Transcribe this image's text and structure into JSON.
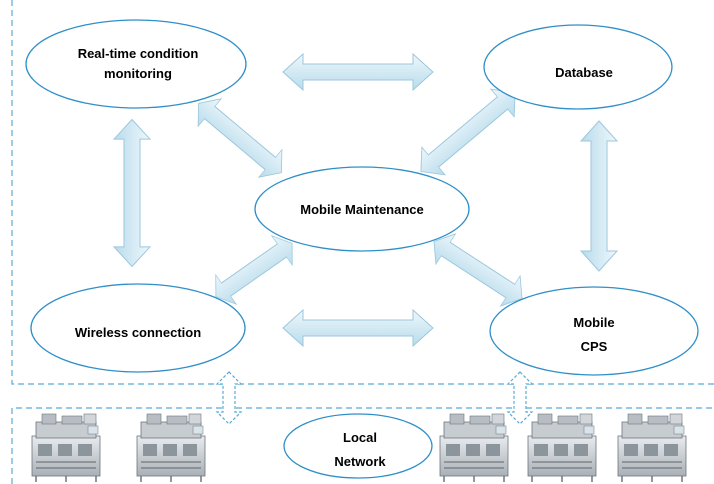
{
  "nodes": {
    "realtime": {
      "line1": "Real-time condition",
      "line2": "monitoring"
    },
    "database": {
      "label": "Database"
    },
    "mobile_maintenance": {
      "label": "Mobile Maintenance"
    },
    "wireless": {
      "label": "Wireless connection"
    },
    "mobile_cps": {
      "line1": "Mobile",
      "line2": "CPS"
    },
    "local_network": {
      "line1": "Local",
      "line2": "Network"
    }
  },
  "colors": {
    "dash_border": "#5aa9d6",
    "ellipse_stroke": "#2f8fc8",
    "arrow_fill_light": "#eef7fb",
    "arrow_fill_dark": "#b8dcec",
    "arrow_stroke": "#9cc7dc"
  },
  "machines": {
    "name": "production-machine-icon",
    "count": 5
  }
}
